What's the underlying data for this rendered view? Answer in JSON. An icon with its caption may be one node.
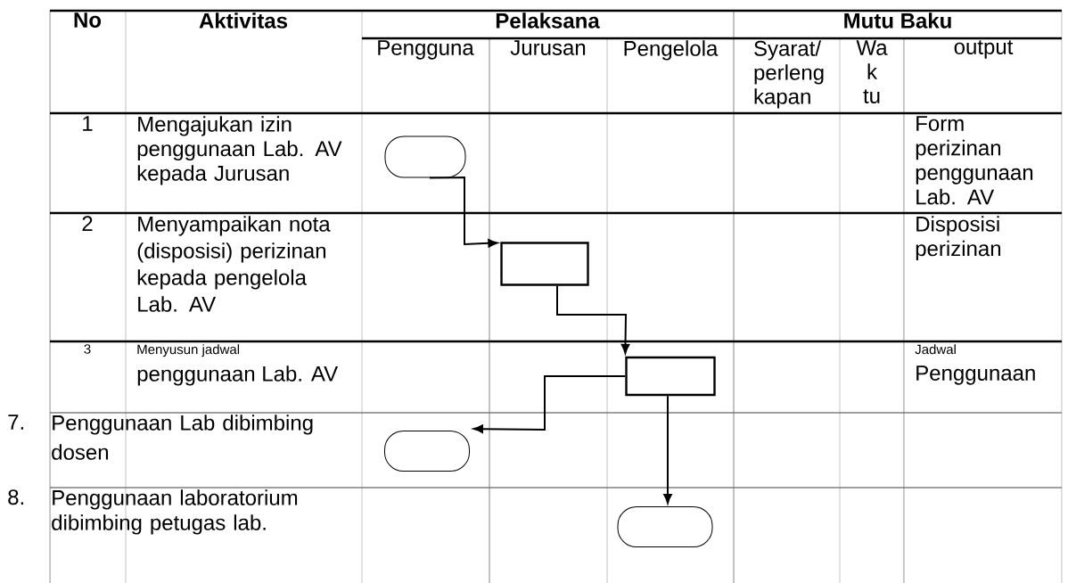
{
  "diagram": {
    "nodes": [
      {
        "text": [],
        "shape": "terminal"
      },
      {
        "text": [],
        "shape": "box"
      },
      {
        "text": [],
        "shape": "box"
      },
      {
        "text": [],
        "shape": "terminal"
      },
      {
        "text": [],
        "shape": "terminal"
      }
    ],
    "edges": [
      {
        "from": 0,
        "to": 1,
        "arrow": "to"
      },
      {
        "from": 1,
        "to": 2,
        "arrow": "to"
      },
      {
        "from": 2,
        "to": 3,
        "arrow": "to"
      },
      {
        "from": 2,
        "to": 4,
        "arrow": "to"
      }
    ],
    "labels": [
      "No",
      "Aktivitas",
      "Pelaksana",
      "Mutu Baku",
      "Pengguna",
      "Jurusan",
      "Pengelola",
      "Syarat/ perleng kapan",
      "Wa k tu",
      "output",
      "1",
      "Mengajukan izin penggunaan Lab. AV kepada Jurusan",
      "Form perizinan penggunaan Lab. AV",
      "2",
      "Menyampaikan nota (disposisi) perizinan kepada pengelola Lab. AV",
      "Disposisi perizinan",
      "3",
      "Menyusun jadwal",
      "penggunaan Lab. AV",
      "Jadwal",
      "Penggunaan",
      "7.",
      "Penggunaan Lab dibimbing dosen",
      "8.",
      "Penggunaan laboratorium dibimbing petugas lab."
    ]
  }
}
